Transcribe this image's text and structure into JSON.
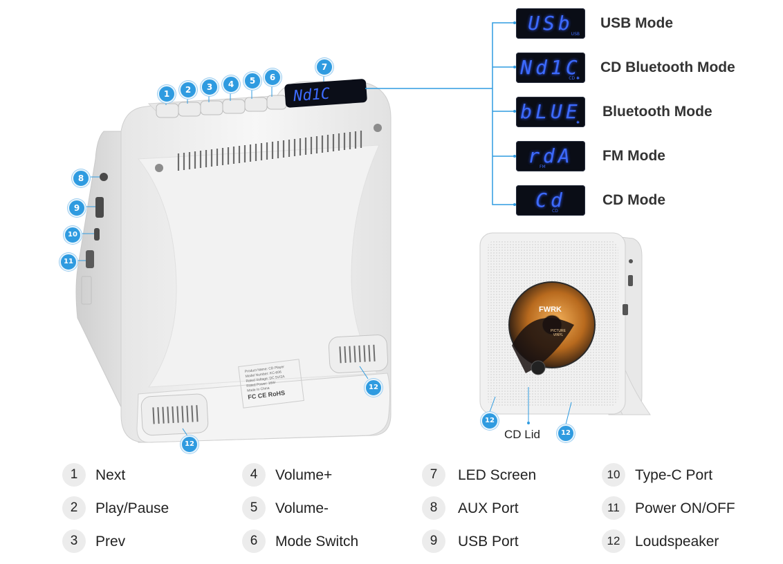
{
  "modes": [
    {
      "display": "USb",
      "sub": "USB",
      "label": "USB Mode"
    },
    {
      "display": "Nd1C",
      "sub": "CD ✱",
      "label": "CD Bluetooth Mode"
    },
    {
      "display": "bLUE",
      "sub": "✱",
      "label": "Bluetooth Mode"
    },
    {
      "display": "rdA",
      "sub": "FM",
      "label": "FM Mode"
    },
    {
      "display": "Cd",
      "sub": "CD",
      "label": "CD Mode"
    }
  ],
  "callouts": [
    "1",
    "2",
    "3",
    "4",
    "5",
    "6",
    "7",
    "8",
    "9",
    "10",
    "11",
    "12"
  ],
  "product": {
    "label_lines": [
      "Product Name: CD Player",
      "Model Number: KC-606",
      "Rated Voltage: DC 5V/2A",
      "Rated Power: 16W",
      "Made In China"
    ],
    "cert": "FC CE RoHS",
    "disc_brand": "FWRK",
    "disc_text": "PICTURE VINYL",
    "cd_lid": "CD Lid"
  },
  "legend": [
    {
      "num": "1",
      "label": "Next"
    },
    {
      "num": "2",
      "label": "Play/Pause"
    },
    {
      "num": "3",
      "label": "Prev"
    },
    {
      "num": "4",
      "label": "Volume+"
    },
    {
      "num": "5",
      "label": "Volume-"
    },
    {
      "num": "6",
      "label": "Mode Switch"
    },
    {
      "num": "7",
      "label": "LED Screen"
    },
    {
      "num": "8",
      "label": "AUX Port"
    },
    {
      "num": "9",
      "label": "USB Port"
    },
    {
      "num": "10",
      "label": "Type-C Port"
    },
    {
      "num": "11",
      "label": "Power ON/OFF"
    },
    {
      "num": "12",
      "label": "Loudspeaker"
    }
  ],
  "colors": {
    "accent": "#2f9be0",
    "lcd_bg": "#0a0d16",
    "lcd_text": "#3d6bff"
  }
}
